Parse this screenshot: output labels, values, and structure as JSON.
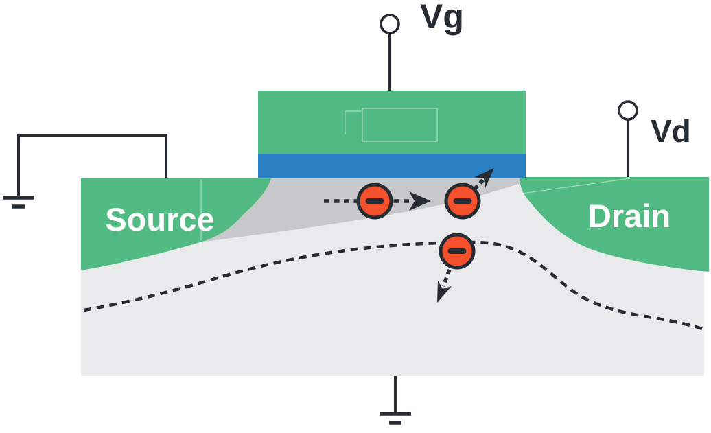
{
  "figure": {
    "kind": "MOSFET cross-section schematic with electron flow",
    "labels": {
      "gate_terminal": "Vg",
      "drain_terminal": "Vd",
      "source_region": "Source",
      "drain_region": "Drain"
    },
    "electron_symbol": "−",
    "electron_count": 3,
    "icons": {
      "terminal": "open-circle-terminal-icon",
      "ground": "ground-symbol-icon",
      "electron": "electron-minus-circle-icon",
      "arrow": "dashed-motion-arrow-icon"
    },
    "colors": {
      "region_green": "#52bb83",
      "oxide_blue": "#2b80c4",
      "substrate_gray": "#e9eaeb",
      "channel_gray": "#c6c8c9",
      "ink_navy": "#272b33",
      "electron_orange": "#f4502b",
      "label_white": "#ffffff"
    }
  }
}
